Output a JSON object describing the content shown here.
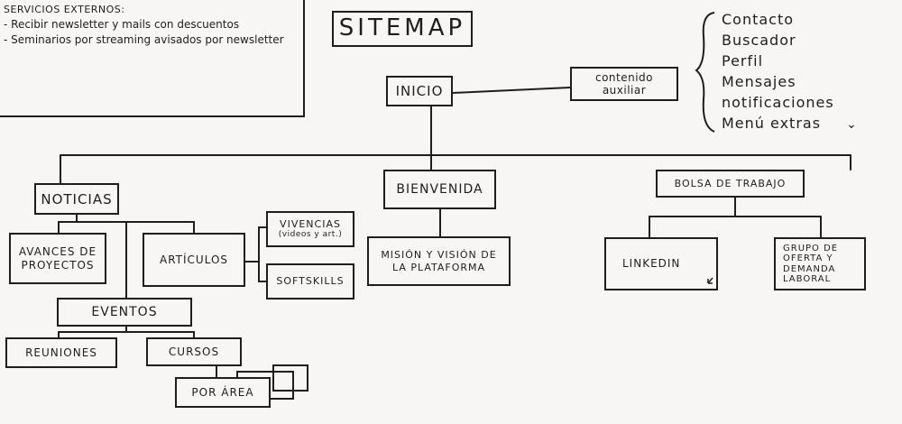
{
  "title": "SITEMAP",
  "notes": {
    "heading": "SERVICIOS EXTERNOS:",
    "items": [
      "- Recibir newsletter y mails con descuentos",
      "- Seminarios por streaming avisados por newsletter"
    ]
  },
  "side_list": [
    "Contacto",
    "Buscador",
    "Perfil",
    "Mensajes",
    "notificaciones",
    "Menú extras"
  ],
  "side_caret": "⌄",
  "nodes": {
    "inicio": "INICIO",
    "contenido_auxiliar": "contenido auxiliar",
    "noticias": "NOTICIAS",
    "bienvenida": "BIENVENIDA",
    "bolsa_de_trabajo": "BOLSA DE TRABAJO",
    "avances_de_proyectos": "AVANCES DE PROYECTOS",
    "articulos": "ARTÍCULOS",
    "vivencias": "VIVENCIAS",
    "vivencias_sub": "(videos y art.)",
    "softskills": "SOFTSKILLS",
    "mision_y_vision": "MISIÓN Y VISIÓN DE LA PLATAFORMA",
    "linkedin": "LINKEDIN",
    "grupo_oferta": "GRUPO DE OFERTA Y DEMANDA LABORAL",
    "eventos": "EVENTOS",
    "reuniones": "REUNIONES",
    "cursos": "CURSOS",
    "por_area": "POR ÁREA"
  }
}
